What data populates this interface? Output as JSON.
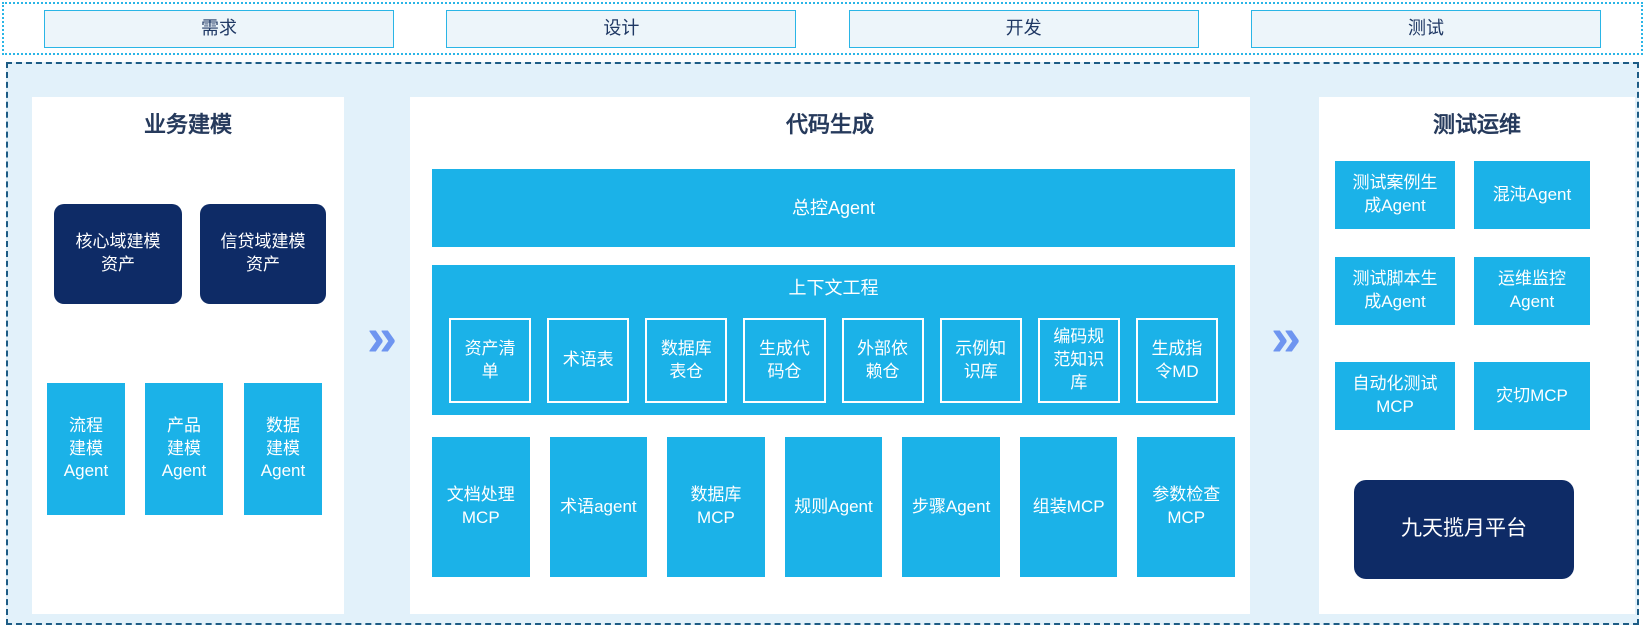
{
  "phases": {
    "items": [
      {
        "label": "需求"
      },
      {
        "label": "设计"
      },
      {
        "label": "开发"
      },
      {
        "label": "测试"
      }
    ]
  },
  "chevron_glyph": "»",
  "colors": {
    "cyan": "#1bb2e8",
    "navy": "#0e2b66",
    "panel_background": "#e2f1fa",
    "dashed_border": "#1d5c85",
    "dotted_border": "#2ab5e6",
    "chevron": "#6e95f0"
  },
  "business_modeling": {
    "title": "业务建模",
    "asset_boxes": [
      "核心域建模\n资产",
      "信贷域建模\n资产"
    ],
    "agent_boxes": [
      "流程\n建模\nAgent",
      "产品\n建模\nAgent",
      "数据\n建模\nAgent"
    ]
  },
  "code_generation": {
    "title": "代码生成",
    "master_agent": "总控Agent",
    "context_engineering": {
      "title": "上下文工程",
      "boxes": [
        "资产清\n单",
        "术语表",
        "数据库\n表仓",
        "生成代\n码仓",
        "外部依\n赖仓",
        "示例知\n识库",
        "编码规\n范知识\n库",
        "生成指\n令MD"
      ]
    },
    "mcp_boxes": [
      "文档处理\nMCP",
      "术语agent",
      "数据库\nMCP",
      "规则Agent",
      "步骤Agent",
      "组装MCP",
      "参数检查\nMCP"
    ]
  },
  "test_ops": {
    "title": "测试运维",
    "boxes": [
      "测试案例生\n成Agent",
      "混沌Agent",
      "测试脚本生\n成Agent",
      "运维监控\nAgent",
      "自动化测试\nMCP",
      "灾切MCP"
    ],
    "platform": "九天揽月平台"
  }
}
